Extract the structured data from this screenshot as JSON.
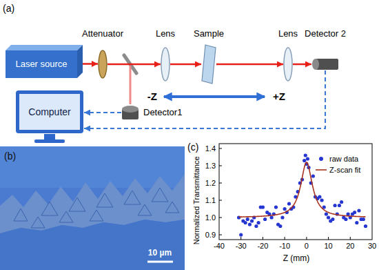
{
  "diagram": {
    "nodes": [
      {
        "text": [
          "Laser source"
        ]
      },
      {
        "text": [
          "Attenuator"
        ]
      },
      {
        "text": [
          "Lens"
        ]
      },
      {
        "text": [
          "Sample"
        ]
      },
      {
        "text": [
          "Lens"
        ]
      },
      {
        "text": [
          "Detector 2"
        ]
      },
      {
        "text": [
          "Detector1"
        ]
      },
      {
        "text": [
          "Computer"
        ]
      }
    ],
    "edges": [
      {
        "from": 0,
        "to": 1,
        "arrow": "to"
      },
      {
        "from": 1,
        "to": 2,
        "arrow": "to"
      },
      {
        "from": 2,
        "to": 3,
        "arrow": "to"
      },
      {
        "from": 3,
        "to": 4,
        "arrow": "to"
      },
      {
        "from": 4,
        "to": 5,
        "arrow": "to"
      },
      {
        "from": 6,
        "to": 7,
        "arrow": "to"
      },
      {
        "from": 5,
        "to": 7,
        "arrow": "to"
      }
    ],
    "labels": [
      "(a)",
      "-Z",
      "+Z",
      "(b)",
      "10 µm",
      "(c)",
      "Normalized Transmittance",
      "1.4",
      "1.3",
      "1.2",
      "1.1",
      "1.0",
      "0.9",
      "-40",
      "-30",
      "-20",
      "-10",
      "0",
      "10",
      "20",
      "30",
      "Z (mm)"
    ],
    "legend": [
      {
        "text": "raw data"
      },
      {
        "text": "Z-scan fit"
      }
    ]
  }
}
